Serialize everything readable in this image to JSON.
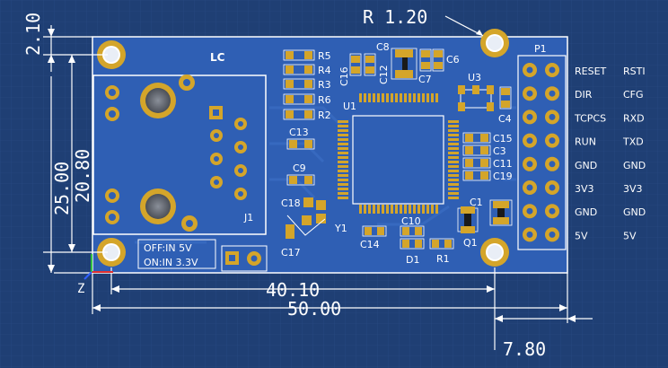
{
  "dimensions": {
    "top_offset": "2.10",
    "board_height": "25.00",
    "jack_height": "20.80",
    "hole_spacing": "40.10",
    "board_width": "50.00",
    "edge_offset": "7.80",
    "corner_radius": "R 1.20"
  },
  "silkscreen": {
    "logo": "LC",
    "j1": "J1",
    "u1": "U1",
    "u3": "U3",
    "p1": "P1",
    "y1": "Y1",
    "q1": "Q1",
    "d1": "D1",
    "r1": "R1",
    "c1": "C1",
    "c4": "C4",
    "c6": "C6",
    "c7": "C7",
    "c8": "C8",
    "c9": "C9",
    "c10": "C10",
    "c12": "C12",
    "c13": "C13",
    "c14": "C14",
    "c16": "C16",
    "c17": "C17",
    "c18": "C18",
    "resistors": [
      "R5",
      "R4",
      "R3",
      "R6",
      "R2"
    ],
    "caps_right": [
      "C15",
      "C3",
      "C11",
      "C19"
    ],
    "mode_line1": "OFF:IN 5V",
    "mode_line2": "ON:IN 3.3V"
  },
  "pins_left": [
    "RESET",
    "DIR",
    "TCPCS",
    "RUN",
    "GND",
    "3V3",
    "GND",
    "5V"
  ],
  "pins_right": [
    "RSTI",
    "CFG",
    "RXD",
    "TXD",
    "GND",
    "3V3",
    "GND",
    "5V"
  ],
  "axis": {
    "z": "Z"
  },
  "colors": {
    "background": "#1f3f74",
    "board": "#2f5fb4",
    "pad": "#d4a52a",
    "silk": "#ffffff"
  }
}
